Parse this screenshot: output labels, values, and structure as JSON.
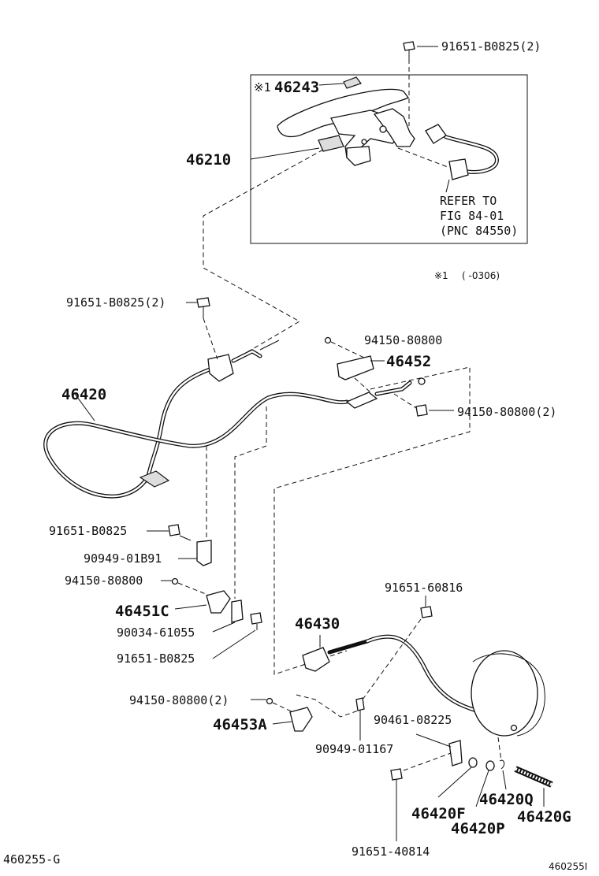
{
  "labels": {
    "p91651_B0825_2_top": "91651-B0825(2)",
    "p46243": "46243",
    "mark_46243": "※1",
    "p46210": "46210",
    "refer1": "REFER TO",
    "refer2": "FIG 84-01",
    "refer3": "(PNC 84550)",
    "note_mark": "※1",
    "note_range": "(      -0306)",
    "p91651_B0825_2_mid": "91651-B0825(2)",
    "p94150_80800_a": "94150-80800",
    "p46452": "46452",
    "p46420": "46420",
    "p94150_80800_2": "94150-80800(2)",
    "p91651_B0825_a": "91651-B0825",
    "p90949_01B91": "90949-01B91",
    "p94150_80800_b": "94150-80800",
    "p46451C": "46451C",
    "p90034_61055": "90034-61055",
    "p91651_B0825_b": "91651-B0825",
    "p91651_60816": "91651-60816",
    "p46430": "46430",
    "p94150_80800_2b": "94150-80800(2)",
    "p46453A": "46453A",
    "p90461_08225": "90461-08225",
    "p90949_01167": "90949-01167",
    "p46420Q": "46420Q",
    "p46420F": "46420F",
    "p46420G": "46420G",
    "p46420P": "46420P",
    "p91651_40814": "91651-40814",
    "diagram_id": "460255-G",
    "corner_id": "460255I"
  }
}
